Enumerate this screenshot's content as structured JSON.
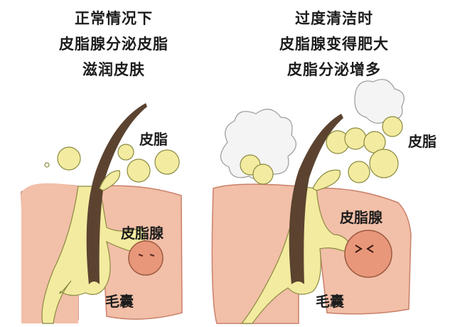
{
  "panels": [
    {
      "id": "normal",
      "title_lines": [
        "正常情况下",
        "皮脂腺分泌皮脂",
        "滋润皮肤"
      ],
      "labels": {
        "sebum": "皮脂",
        "sebaceous_gland": "皮脂腺",
        "hair_follicle": "毛囊"
      }
    },
    {
      "id": "over-cleansing",
      "title_lines": [
        "过度清洁时",
        "皮脂腺变得肥大",
        "皮脂分泌增多"
      ],
      "labels": {
        "sebum": "皮脂",
        "sebaceous_gland": "皮脂腺",
        "hair_follicle": "毛囊"
      }
    }
  ],
  "colors": {
    "skin": "#f2bfa8",
    "skin_outline": "#c9806a",
    "sebum": "#f3eba0",
    "sebum_outline": "#8a8a40",
    "hair": "#5b4330",
    "gland": "#e8977a",
    "foam": "#f4f4f4",
    "text": "#1c1c1c"
  }
}
